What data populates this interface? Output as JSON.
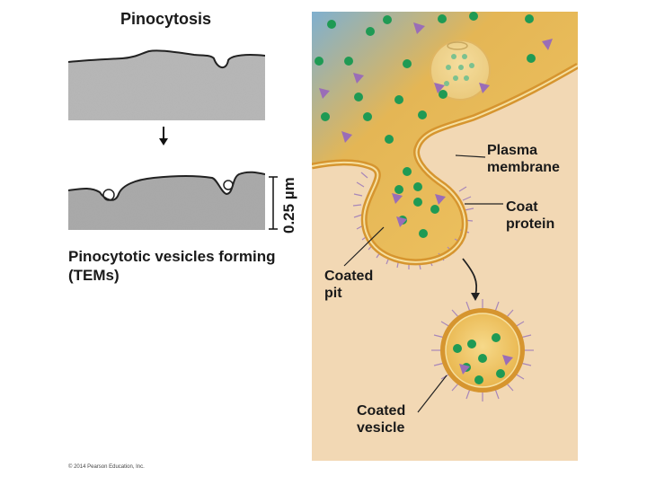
{
  "title": "Pinocytosis",
  "scale_label": "0.25 µm",
  "caption": {
    "line1": "Pinocytotic vesicles forming",
    "line2": "(TEMs)"
  },
  "labels": {
    "plasma_membrane": {
      "line1": "Plasma",
      "line2": "membrane"
    },
    "coat_protein": {
      "line1": "Coat",
      "line2": "protein"
    },
    "coated_pit": {
      "line1": "Coated",
      "line2": "pit"
    },
    "coated_vesicle": {
      "line1": "Coated",
      "line2": "vesicle"
    }
  },
  "copyright": "© 2014 Pearson Education, Inc.",
  "colors": {
    "extracellular": "#e9b952",
    "extracellular_top": "#86b4cf",
    "cytoplasm": "#f1d6b1",
    "membrane": "#d99a34",
    "coat_protein": "#a887b9",
    "solute_dot": "#1f9a54",
    "solute_triangle": "#9a6db7"
  },
  "icons": {
    "process_arrow": "arrow-down-icon",
    "scale_bar": "scale-bar-icon"
  }
}
